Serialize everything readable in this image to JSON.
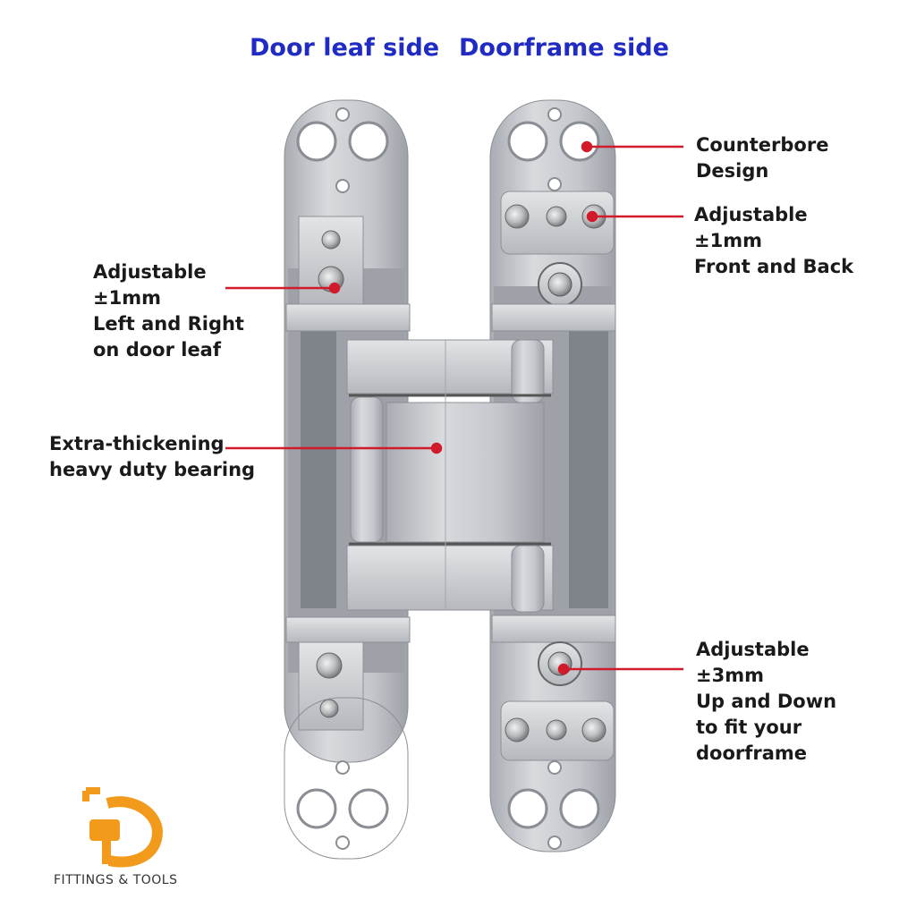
{
  "headers": {
    "left": "Door leaf side",
    "right": "Doorframe side"
  },
  "callouts": {
    "counterbore": [
      "Counterbore",
      "Design"
    ],
    "front_back": [
      "Adjustable",
      "±1mm",
      "Front and Back"
    ],
    "left_right": [
      "Adjustable",
      "±1mm",
      "Left and Right",
      "on door leaf"
    ],
    "bearing": [
      "Extra-thickening",
      "heavy duty bearing"
    ],
    "up_down": [
      "Adjustable",
      "±3mm",
      "Up and Down",
      "to fit your",
      "doorframe"
    ]
  },
  "brand": {
    "name": "FITTINGS & TOOLS",
    "logo_icon": "d-plug-logo-icon"
  },
  "colors": {
    "header_text": "#1f2bc2",
    "callout_line": "#d11a2a",
    "logo_orange": "#f29a1c",
    "hinge_metal": "#c9ccd1"
  }
}
